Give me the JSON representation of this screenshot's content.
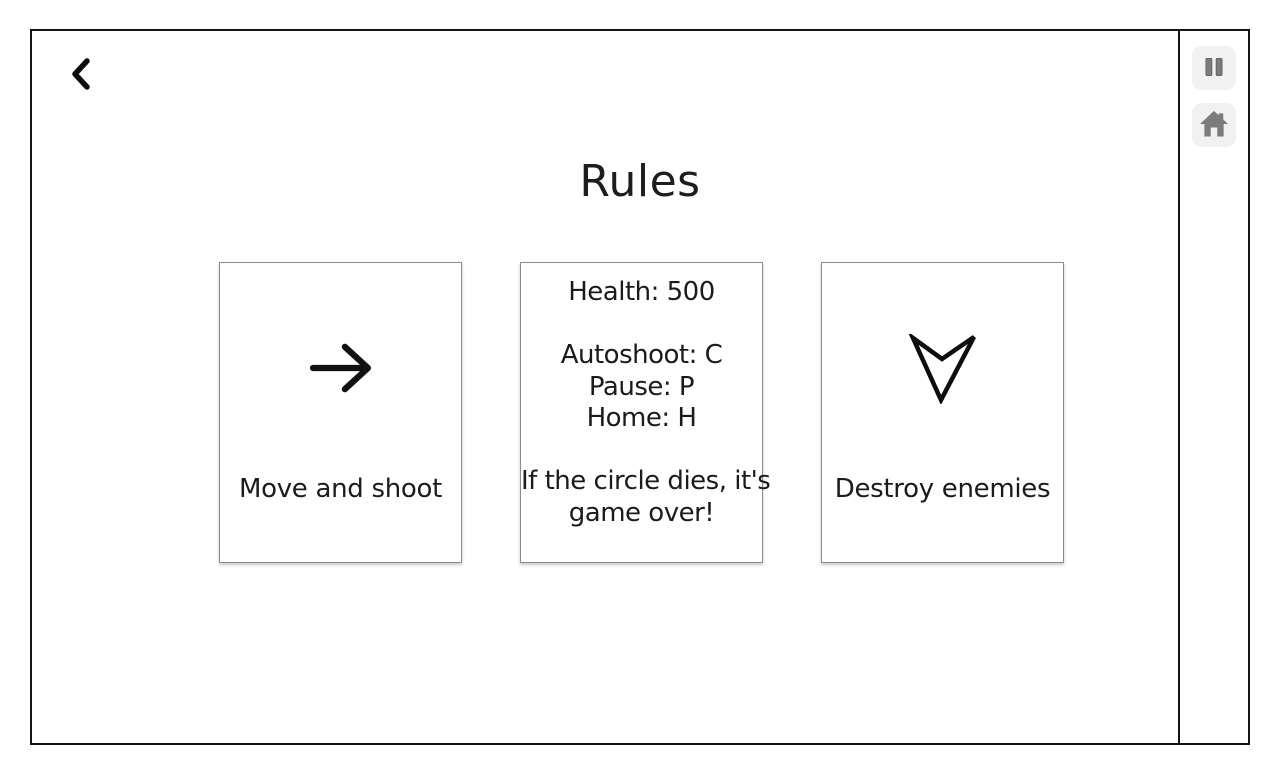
{
  "screen": {
    "title": "Rules"
  },
  "nav": {
    "back_icon": "chevron-left",
    "pause_icon": "pause-bars",
    "home_icon": "house"
  },
  "cards": [
    {
      "icon": "arrow-right",
      "caption": "Move and shoot"
    },
    {
      "lines": [
        "Health: 500",
        "",
        "Autoshoot: C",
        "Pause: P",
        "Home: H",
        "",
        "If the circle dies, it's",
        "game over!"
      ]
    },
    {
      "icon": "dart-down",
      "caption": "Destroy enemies"
    }
  ],
  "colors": {
    "text": "#1b1b1b",
    "frame_border": "#141414",
    "card_border": "#8b8b8b",
    "button_background": "#f1f1f1",
    "button_icon": "#7c7c7c"
  }
}
